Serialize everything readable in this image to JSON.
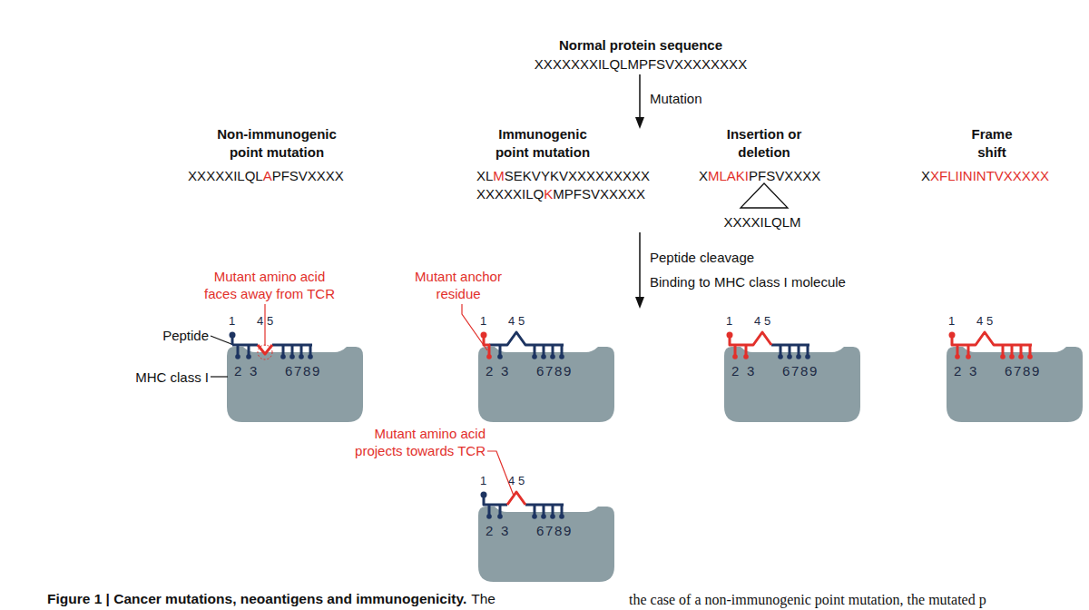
{
  "diagram": {
    "caption": "Figure 1 | Cancer mutations, neoantigens and immunogenicity.",
    "nodes": [
      {
        "text": [
          "2",
          "3",
          "6",
          "7",
          "8",
          "9"
        ]
      },
      {
        "text": [
          "2",
          "3",
          "6",
          "7",
          "8",
          "9"
        ]
      },
      {
        "text": [
          "2",
          "3",
          "6",
          "7",
          "8",
          "9"
        ]
      },
      {
        "text": [
          "2",
          "3",
          "6",
          "7",
          "8",
          "9"
        ]
      },
      {
        "text": [
          "2",
          "3",
          "6",
          "7",
          "8",
          "9"
        ]
      }
    ],
    "labels": [
      "Normal protein sequence",
      "XXXXXXXILQLMPFSVXXXXXXXX",
      "Mutation",
      "Non-immunogenic point mutation",
      "Immunogenic point mutation",
      "Insertion or deletion",
      "Frame shift",
      "XXXXXILQL",
      "A",
      "PFSVXXXX",
      "XL",
      "M",
      "SEKVYKVXXXXXXXXX",
      "XXXXXILQ",
      "K",
      "MPFSVXXXXX",
      "X",
      "MLAKI",
      "PFSVXXXX",
      "XXXXILQLM",
      "X",
      "XFLIININTVXXXXX",
      "Peptide cleavage",
      "Binding to MHC class I molecule",
      "Mutant amino acid faces away from TCR",
      "Mutant anchor residue",
      "Mutant amino acid projects towards TCR",
      "Peptide",
      "MHC class I",
      "1",
      "4",
      "5",
      "1",
      "4",
      "5",
      "1",
      "4",
      "5",
      "1",
      "4",
      "5",
      "1",
      "4",
      "5",
      "The",
      "the case of a non-immunogenic point mutation, the mutated p"
    ]
  }
}
